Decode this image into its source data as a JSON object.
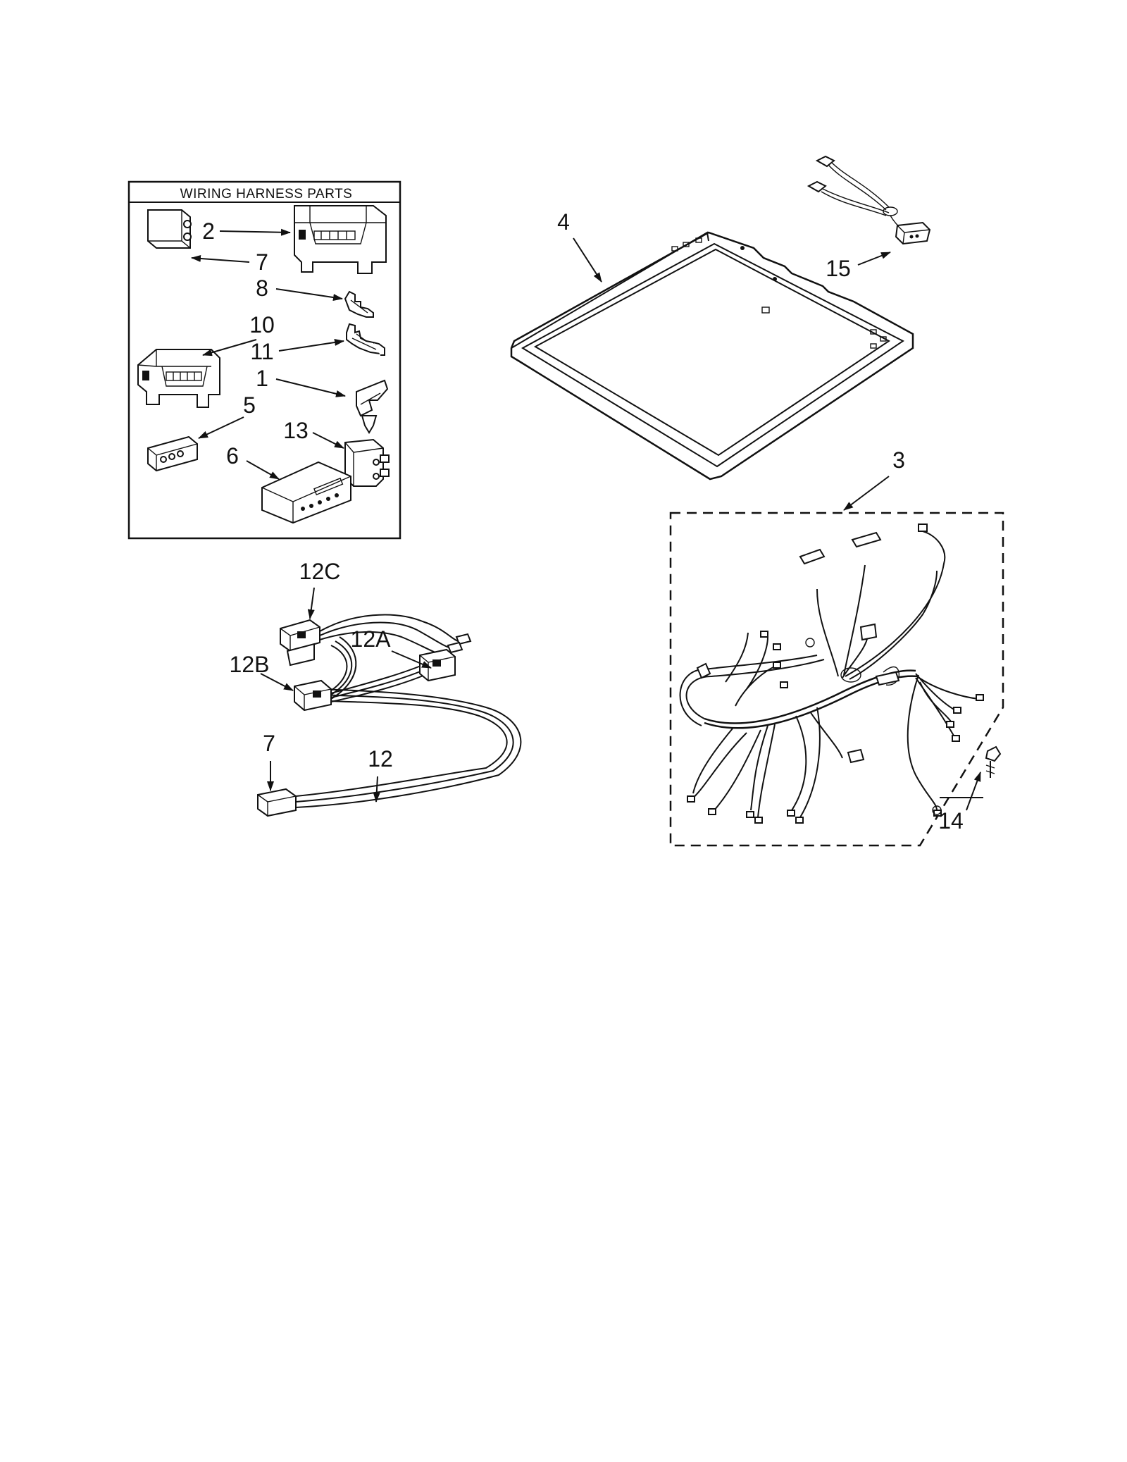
{
  "wiring_box": {
    "title": "WIRING HARNESS PARTS"
  },
  "callouts": {
    "c1": "1",
    "c2": "2",
    "c3": "3",
    "c4": "4",
    "c5": "5",
    "c6": "6",
    "c7_box": "7",
    "c7_harness": "7",
    "c8": "8",
    "c10": "10",
    "c11": "11",
    "c12": "12",
    "c12a": "12A",
    "c12b": "12B",
    "c12c": "12C",
    "c13": "13",
    "c14": "14",
    "c15": "15"
  }
}
